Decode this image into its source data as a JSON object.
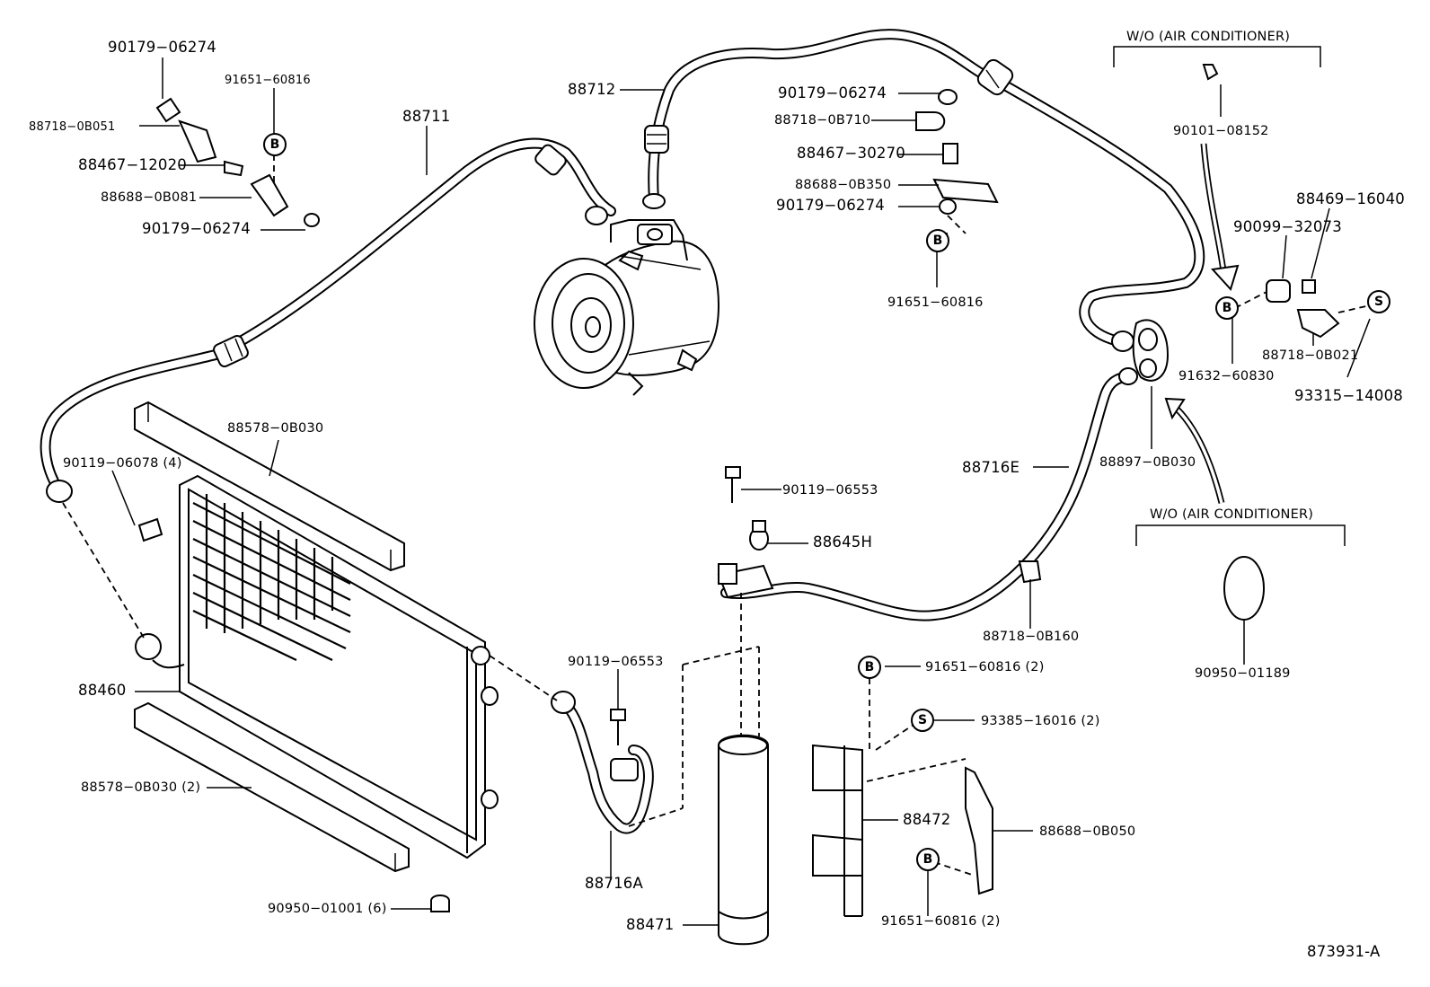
{
  "diagram": {
    "ref_code": "873931-A",
    "section_labels": {
      "wo_ac_top": "W/O (AIR CONDITIONER)",
      "wo_ac_bottom": "W/O (AIR CONDITIONER)"
    },
    "bubble_letters": {
      "b": "B",
      "s": "S"
    },
    "parts": {
      "p_90179_06274_a": "90179−06274",
      "p_91651_60816_a": "91651−60816",
      "p_88718_0B051": "88718−0B051",
      "p_88467_12020": "88467−12020",
      "p_88688_0B081": "88688−0B081",
      "p_90179_06274_b": "90179−06274",
      "p_88711": "88711",
      "p_88712": "88712",
      "p_90179_06274_c": "90179−06274",
      "p_88718_0B710": "88718−0B710",
      "p_88467_30270": "88467−30270",
      "p_88688_0B350": "88688−0B350",
      "p_90179_06274_d": "90179−06274",
      "p_91651_60816_b": "91651−60816",
      "p_90101_08152": "90101−08152",
      "p_88469_16040": "88469−16040",
      "p_90099_32073": "90099−32073",
      "p_88718_0B021": "88718−0B021",
      "p_91632_60830": "91632−60830",
      "p_93315_14008": "93315−14008",
      "p_88897_0B030": "88897−0B030",
      "p_88716E": "88716E",
      "p_88578_0B030_a": "88578−0B030",
      "p_90119_06078": "90119−06078 (4)",
      "p_90119_06553_a": "90119−06553",
      "p_88645H": "88645H",
      "p_88718_0B160": "88718−0B160",
      "p_90950_01189": "90950−01189",
      "p_88460": "88460",
      "p_90119_06553_b": "90119−06553",
      "p_91651_60816_c": "91651−60816 (2)",
      "p_93385_16016": "93385−16016 (2)",
      "p_88578_0B030_b": "88578−0B030 (2)",
      "p_88472": "88472",
      "p_88688_0B050": "88688−0B050",
      "p_88716A": "88716A",
      "p_91651_60816_d": "91651−60816 (2)",
      "p_90950_01001": "90950−01001 (6)",
      "p_88471": "88471"
    }
  }
}
